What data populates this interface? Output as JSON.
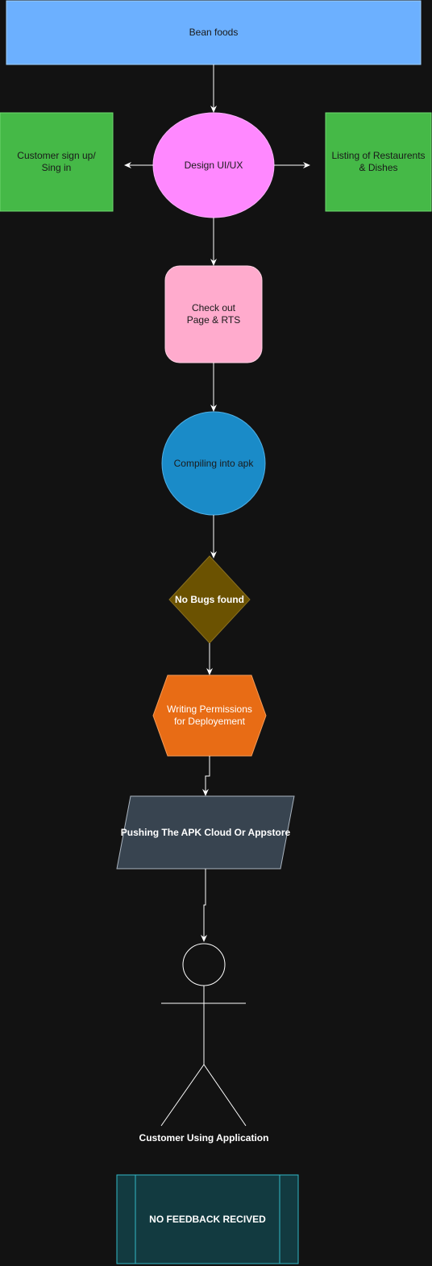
{
  "nodes": {
    "bean_foods": "Bean foods",
    "customer_signup": "Customer sign up/\nSing in",
    "design_ui": "Design UI/UX",
    "listing": "Listing of Restaurents\n& Dishes",
    "checkout": "Check out\nPage & RTS",
    "compiling": "Compiling into apk",
    "no_bugs": "No Bugs found",
    "permissions": "Writing Permissions\nfor Deployement",
    "pushing": "Pushing The APK Cloud Or Appstore",
    "customer_using": "Customer Using Application",
    "no_feedback": "NO FEEDBACK RECIVED"
  },
  "colors": {
    "background": "#121212",
    "bean_foods_fill": "#6cb0ff",
    "green_fill": "#45b947",
    "design_fill": "#ff88ff",
    "checkout_fill": "#ffabcd",
    "compiling_fill": "#1a8bc8",
    "decision_fill": "#6b5201",
    "permissions_fill": "#e86c15",
    "pushing_fill": "#384450",
    "feedback_fill": "#123a40",
    "feedback_stroke": "#32b8c6",
    "edge": "#ffffff"
  }
}
